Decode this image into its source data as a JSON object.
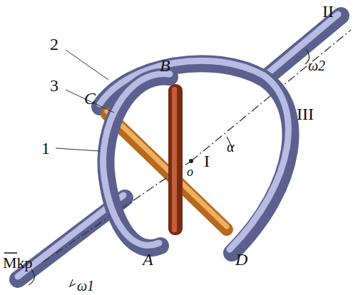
{
  "diagram": {
    "labels": [
      "2",
      "3",
      "1",
      "C",
      "B",
      "A",
      "D",
      "o",
      "I",
      "II",
      "III",
      "α",
      "ω2",
      "ω1",
      "Mkp"
    ]
  }
}
